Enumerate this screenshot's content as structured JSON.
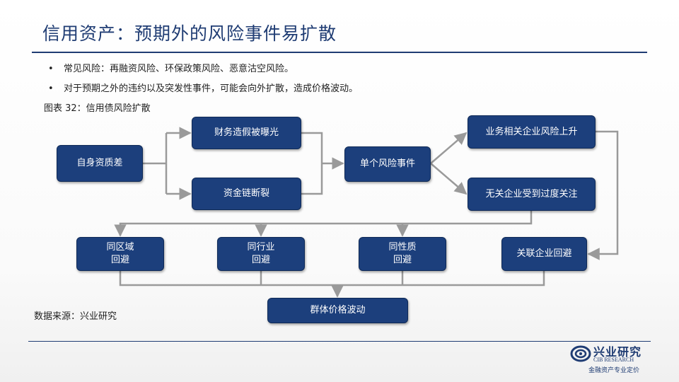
{
  "title": "信用资产：预期外的风险事件易扩散",
  "bullets": [
    {
      "marker": "•",
      "text": "常见风险：再融资风险、环保政策风险、恶意沽空风险。"
    },
    {
      "marker": "•",
      "text": "对于预期之外的违约以及突发性事件，可能会向外扩散，造成价格波动。"
    }
  ],
  "figure_caption": "图表 32：信用债风险扩散",
  "source": "数据来源：兴业研究",
  "diagram": {
    "nodes": {
      "self_quality": "自身资质差",
      "fraud_exposed": "财务造假被曝光",
      "funding_break": "资金链断裂",
      "single_event": "单个风险事件",
      "related_risk_up": "业务相关企业风险上升",
      "unrelated_attention": "无关企业受到过度关注",
      "same_region": "同区域\n回避",
      "same_industry": "同行业\n回避",
      "same_nature": "同性质\n回避",
      "related_avoid": "关联企业回避",
      "group_price": "群体价格波动"
    },
    "edges": [
      [
        "self_quality",
        "fraud_exposed"
      ],
      [
        "self_quality",
        "funding_break"
      ],
      [
        "fraud_exposed",
        "single_event"
      ],
      [
        "funding_break",
        "single_event"
      ],
      [
        "single_event",
        "related_risk_up"
      ],
      [
        "single_event",
        "unrelated_attention"
      ],
      [
        "unrelated_attention",
        "same_region"
      ],
      [
        "unrelated_attention",
        "same_industry"
      ],
      [
        "unrelated_attention",
        "same_nature"
      ],
      [
        "related_risk_up",
        "related_avoid"
      ],
      [
        "same_region",
        "group_price"
      ],
      [
        "same_industry",
        "group_price"
      ],
      [
        "same_nature",
        "group_price"
      ],
      [
        "related_avoid",
        "group_price"
      ]
    ],
    "colors": {
      "node_fill": "#1c3f7c",
      "edge": "#9a9a9a",
      "accent": "#1f3c73"
    }
  },
  "logo": {
    "name": "兴业研究",
    "english": "CIB RESEARCH",
    "tagline": "金融资产专业定价"
  }
}
